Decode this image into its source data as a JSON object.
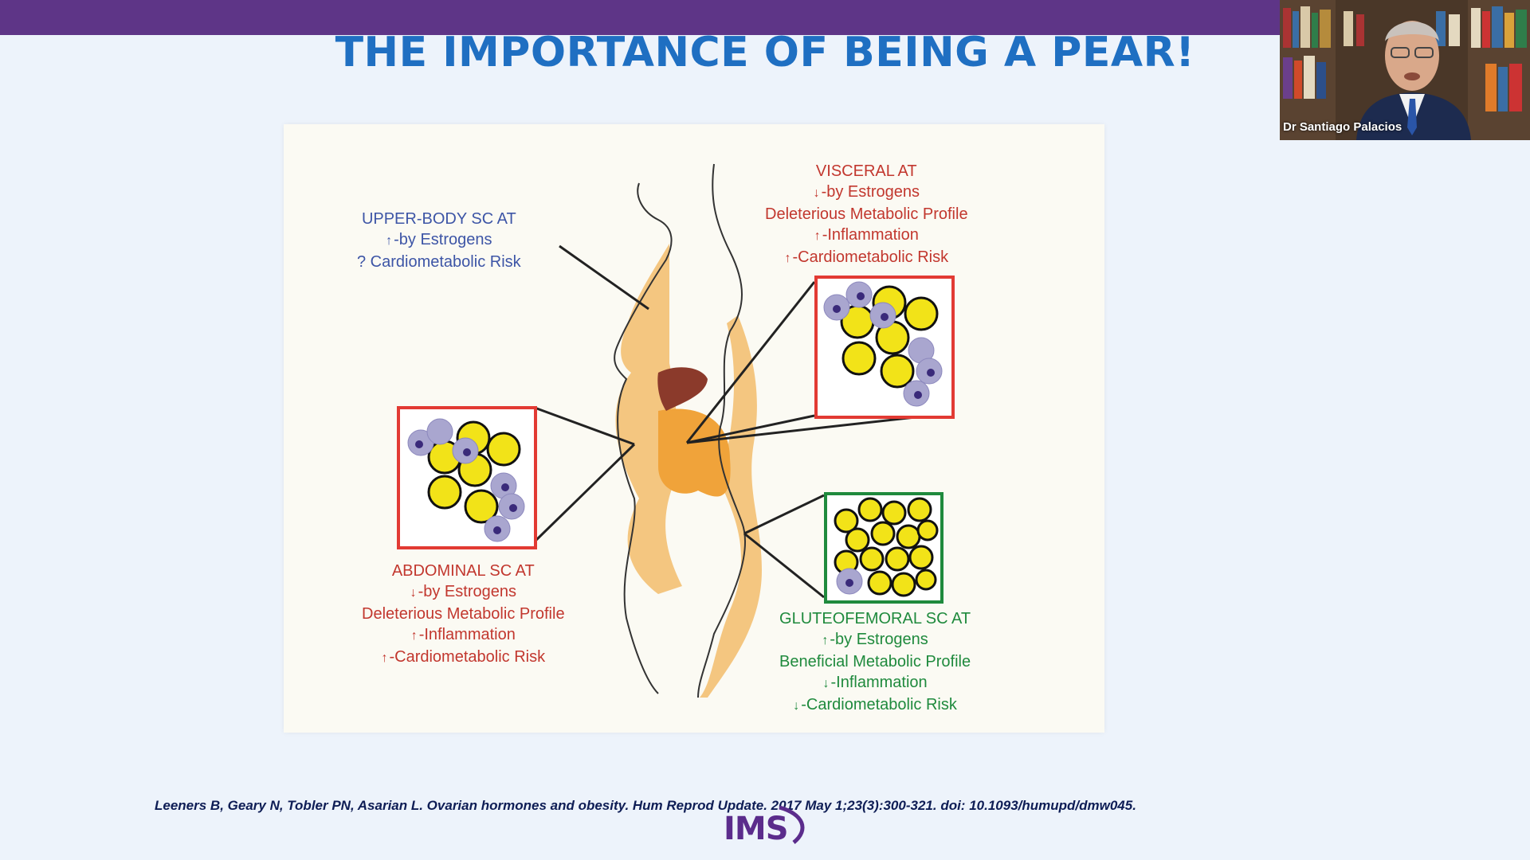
{
  "slide": {
    "title": "THE IMPORTANCE OF BEING A PEAR!",
    "citation": "Leeners B, Geary N, Tobler PN, Asarian L. Ovarian hormones and obesity. Hum Reprod Update. 2017 May 1;23(3):300-321. doi: 10.1093/humupd/dmw045.",
    "logo_text": "IMS"
  },
  "figure": {
    "upper_body": {
      "title": "UPPER-BODY SC AT",
      "line1": "-by Estrogens",
      "line2": "? Cardiometabolic Risk"
    },
    "visceral": {
      "title": "VISCERAL  AT",
      "line1": "-by Estrogens",
      "line2": "Deleterious Metabolic Profile",
      "line3": "-Inflammation",
      "line4": "-Cardiometabolic Risk"
    },
    "abdominal": {
      "title": "ABDOMINAL SC AT",
      "line1": "-by Estrogens",
      "line2": "Deleterious Metabolic Profile",
      "line3": "-Inflammation",
      "line4": "-Cardiometabolic Risk"
    },
    "gluteofemoral": {
      "title": "GLUTEOFEMORAL  SC AT",
      "line1": "-by Estrogens",
      "line2": "Beneficial Metabolic Profile",
      "line3": "-Inflammation",
      "line4": "-Cardiometabolic Risk"
    },
    "colors": {
      "blue_text": "#3d55a6",
      "red_text": "#c2372e",
      "green_text": "#1f8a3d",
      "fat_cell": "#f2e318",
      "immune_cell": "#a9a6cf",
      "body_fat": "#f2b45a"
    },
    "arrow_up_icon": "↑",
    "arrow_down_icon": "↓"
  },
  "webcam": {
    "speaker_name": "Dr Santiago Palacios"
  },
  "colors": {
    "top_bar": "#5e3587",
    "title": "#1f6fc2",
    "background": "#edf3fb"
  }
}
